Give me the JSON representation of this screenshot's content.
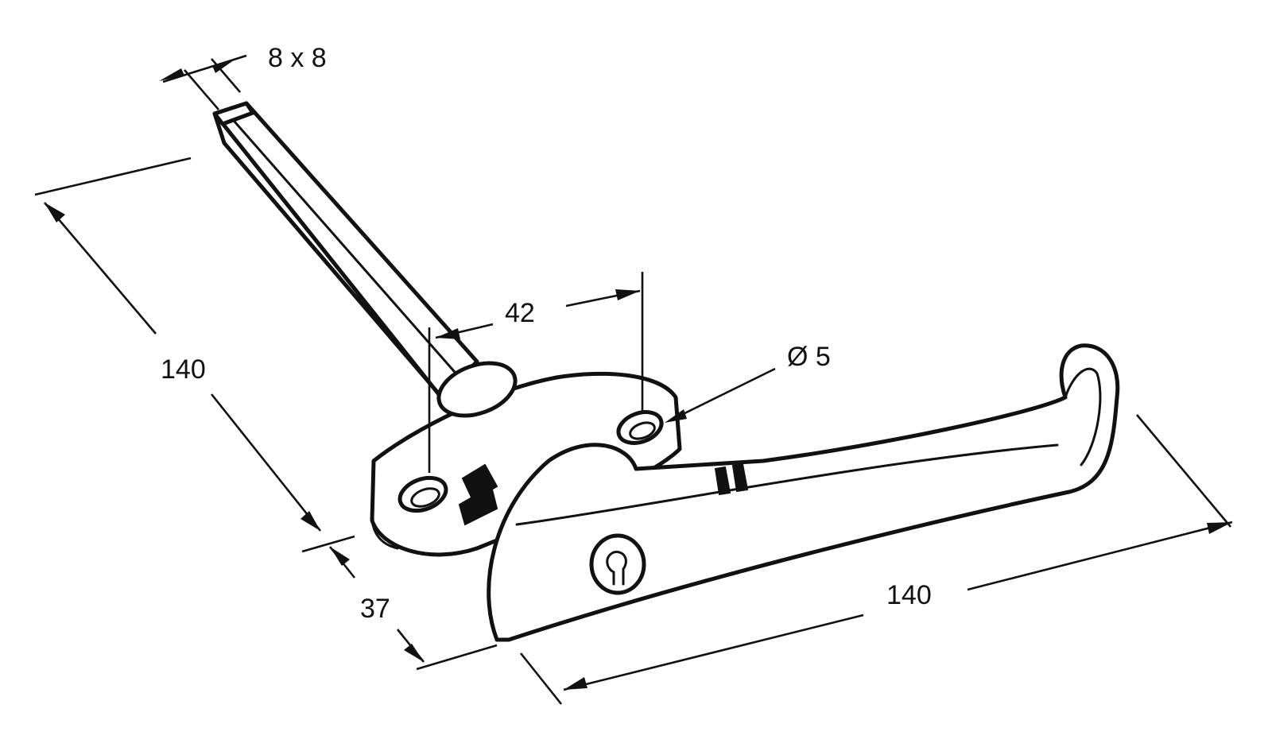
{
  "dimensions": {
    "shaft_section": "8 x 8",
    "shaft_length": "140",
    "hole_spacing": "42",
    "hole_diameter": "Ø 5",
    "base_depth": "37",
    "handle_length": "140"
  }
}
